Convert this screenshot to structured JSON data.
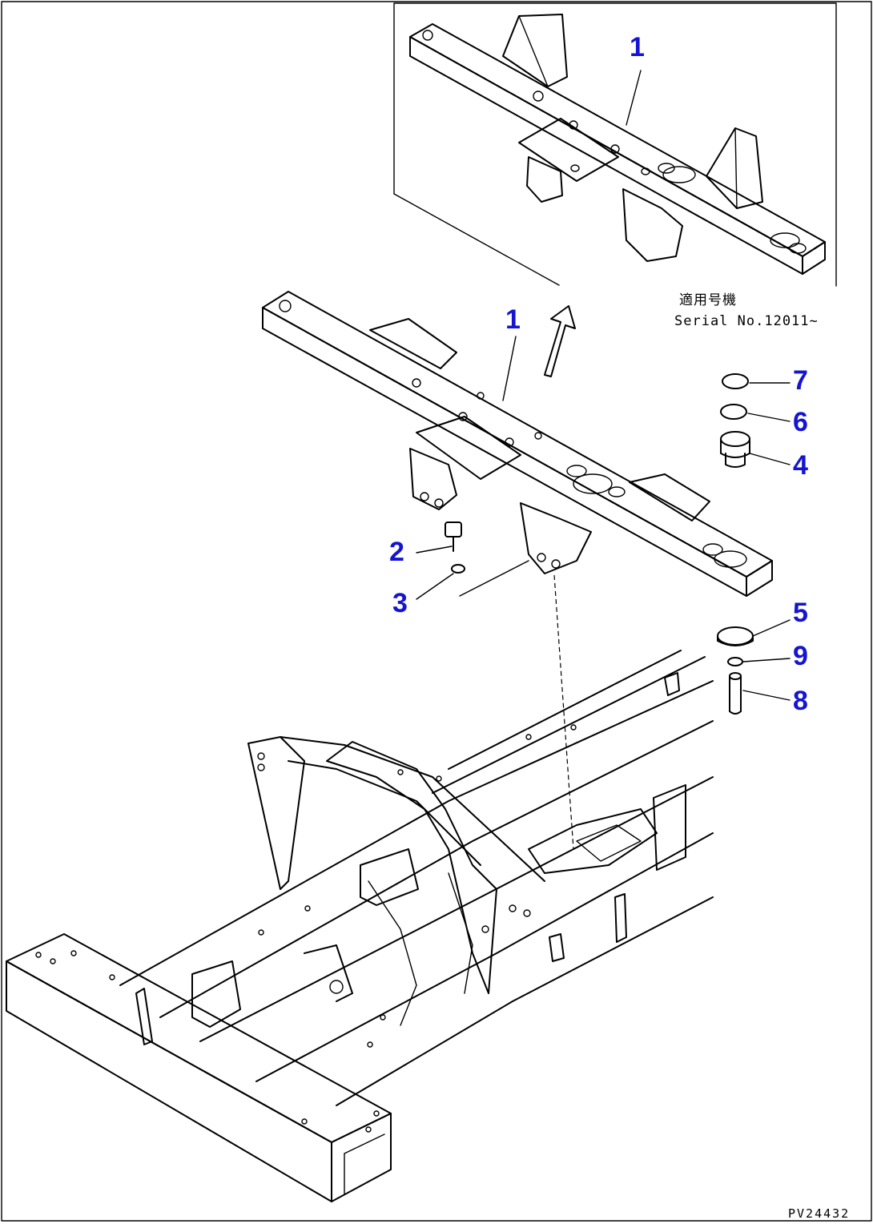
{
  "inset": {
    "callout": "1",
    "serial_line1": "適用号機",
    "serial_line2": "Serial No.12011~"
  },
  "callouts": [
    "1",
    "2",
    "3",
    "4",
    "5",
    "6",
    "7",
    "8",
    "9"
  ],
  "drawing_code": "PV24432"
}
